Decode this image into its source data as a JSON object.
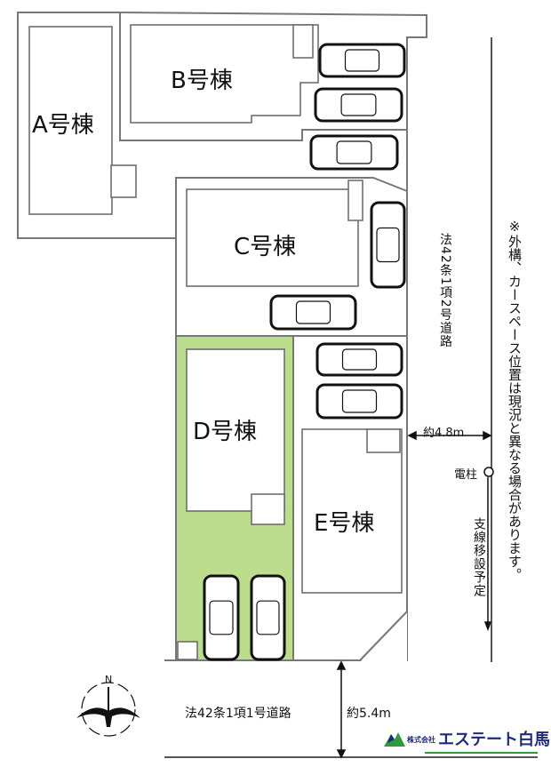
{
  "buildings": [
    {
      "label": "A号棟"
    },
    {
      "label": "B号棟"
    },
    {
      "label": "C号棟"
    },
    {
      "label": "D号棟"
    },
    {
      "label": "E号棟"
    }
  ],
  "roads": {
    "east_road": "法42条1項2号道路",
    "east_width": "約4.8m",
    "south_road": "法42条1項1号道路",
    "south_width": "約5.4m"
  },
  "utility": {
    "pole": "電柱",
    "note": "支線移設予定"
  },
  "disclaimer": "※外構、カースペース位置は現況と異なる場合があります。",
  "compass": {
    "label": "N"
  },
  "logo": {
    "prefix": "株式会社",
    "name": "エステート白馬"
  },
  "colors": {
    "highlight_lot": "#bcdc8e",
    "line": "#777777",
    "logo_green": "#2e9a3a",
    "logo_blue": "#1f2a7a"
  }
}
